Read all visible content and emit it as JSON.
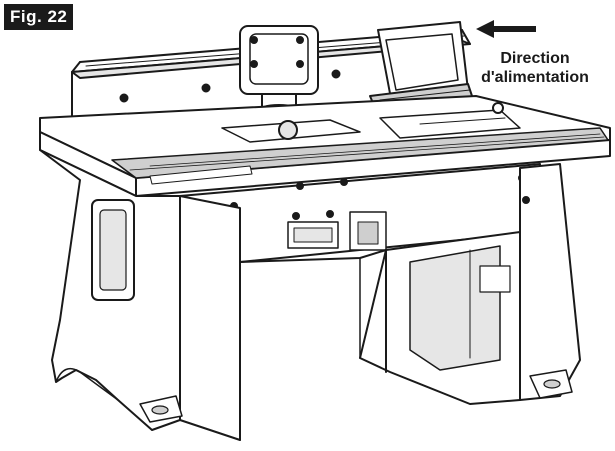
{
  "figure": {
    "label": "Fig. 22"
  },
  "annotation": {
    "line1": "Direction",
    "line2": "d'alimentation"
  },
  "colors": {
    "ink": "#1a1a1a",
    "paper": "#ffffff",
    "shade": "#cfcfcf",
    "light_shade": "#e6e6e6"
  },
  "icons": {
    "arrow": "arrow-left-icon"
  }
}
